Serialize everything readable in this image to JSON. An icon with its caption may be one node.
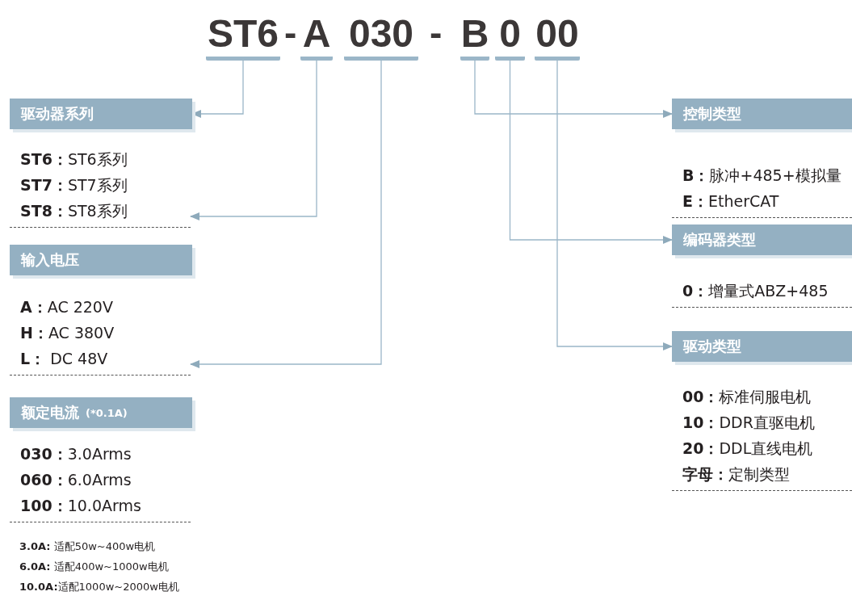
{
  "diagram": {
    "nodes": [
      {
        "text": [
          "ST6"
        ]
      },
      {
        "text": [
          "A"
        ]
      },
      {
        "text": [
          "030"
        ]
      },
      {
        "text": [
          "B"
        ]
      },
      {
        "text": [
          "0"
        ]
      },
      {
        "text": [
          "00"
        ]
      },
      {
        "text": [
          "驱动器系列"
        ]
      },
      {
        "text": [
          "**ST6：**ST6系列",
          "**ST7：**ST7系列",
          "**ST8：**ST8系列"
        ]
      },
      {
        "text": [
          "输入电压"
        ]
      },
      {
        "text": [
          "**A：**AC 220V",
          "**H：**AC 380V",
          "**L：** DC 48V"
        ]
      },
      {
        "text": [
          "额定电流",
          "(*0.1A)"
        ]
      },
      {
        "text": [
          "**030：**3.0Arms",
          "**060：**6.0Arms",
          "**100：**10.0Arms"
        ]
      },
      {
        "text": [
          "控制类型"
        ]
      },
      {
        "text": [
          "**B：**脉冲+485+模拟量",
          "**E：**EtherCAT"
        ]
      },
      {
        "text": [
          "编码器类型"
        ]
      },
      {
        "text": [
          "**0：**增量式ABZ+485"
        ]
      },
      {
        "text": [
          "驱动类型"
        ]
      },
      {
        "text": [
          "**00：**标准伺服电机",
          "**10：**DDR直驱电机",
          "**20：**DDL直线电机",
          "**字母：**定制类型"
        ]
      }
    ],
    "edges": [
      {
        "from": 0,
        "to": 6,
        "arrow": "to"
      },
      {
        "from": 1,
        "to": 7,
        "arrow": "to"
      },
      {
        "from": 2,
        "to": 9,
        "arrow": "to"
      },
      {
        "from": 3,
        "to": 12,
        "arrow": "to"
      },
      {
        "from": 4,
        "to": 14,
        "arrow": "to"
      },
      {
        "from": 5,
        "to": 16,
        "arrow": "to"
      }
    ],
    "labels": [
      "-",
      "-",
      "**3.0A:** 适配50w~400w电机",
      "**6.0A:** 适配400w~1000w电机",
      "**10.0A:**适配1000w~2000w电机"
    ]
  }
}
